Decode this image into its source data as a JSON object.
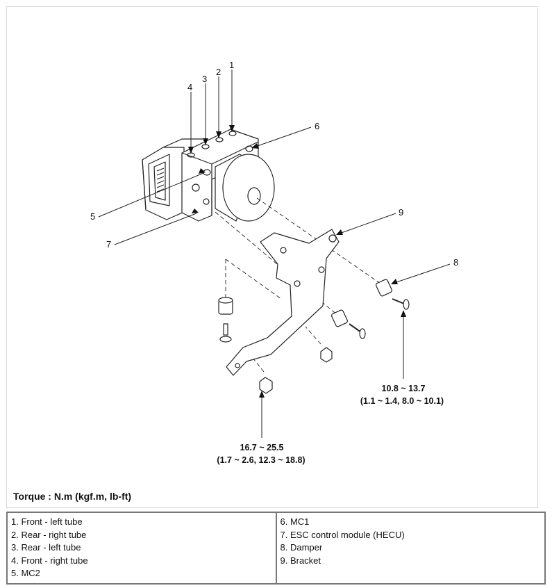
{
  "callouts": {
    "n1": "1",
    "n2": "2",
    "n3": "3",
    "n4": "4",
    "n5": "5",
    "n6": "6",
    "n7": "7",
    "n8": "8",
    "n9": "9"
  },
  "torque_specs": {
    "damper_value": "10.8 ~ 13.7",
    "damper_conversion": "(1.1 ~ 1.4, 8.0 ~ 10.1)",
    "nut_value": "16.7 ~ 25.5",
    "nut_conversion": "(1.7 ~ 2.6, 12.3 ~ 18.8)"
  },
  "torque_note": "Torque : N.m (kgf.m, lb-ft)",
  "legend": {
    "left": [
      "1. Front - left tube",
      "2. Rear - right tube",
      "3. Rear - left tube",
      "4. Front - right tube",
      "5. MC2"
    ],
    "right": [
      "6. MC1",
      "7. ESC control module (HECU)",
      "8. Damper",
      "9. Bracket"
    ]
  }
}
